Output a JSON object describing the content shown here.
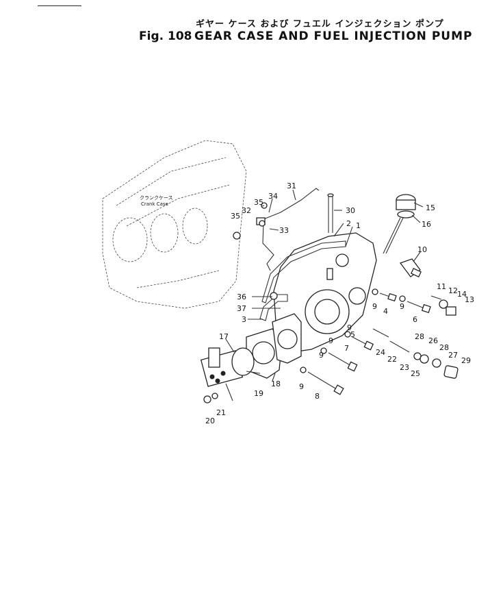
{
  "figure": {
    "jp_title": "ギヤー ケース および フュエル インジェクション ポンプ",
    "fig_label": "Fig. 108",
    "en_title": "GEAR CASE AND FUEL INJECTION PUMP"
  },
  "crankcase": {
    "jp": "クランクケース",
    "en": "Crank Case"
  },
  "callouts": [
    "1",
    "2",
    "3",
    "4",
    "5",
    "6",
    "7",
    "8",
    "9",
    "9",
    "9",
    "9",
    "9",
    "9",
    "10",
    "11",
    "12",
    "13",
    "14",
    "15",
    "16",
    "17",
    "18",
    "19",
    "20",
    "21",
    "22",
    "23",
    "24",
    "25",
    "26",
    "27",
    "28",
    "28",
    "29",
    "30",
    "31",
    "32",
    "33",
    "34",
    "35",
    "35",
    "36",
    "37"
  ]
}
